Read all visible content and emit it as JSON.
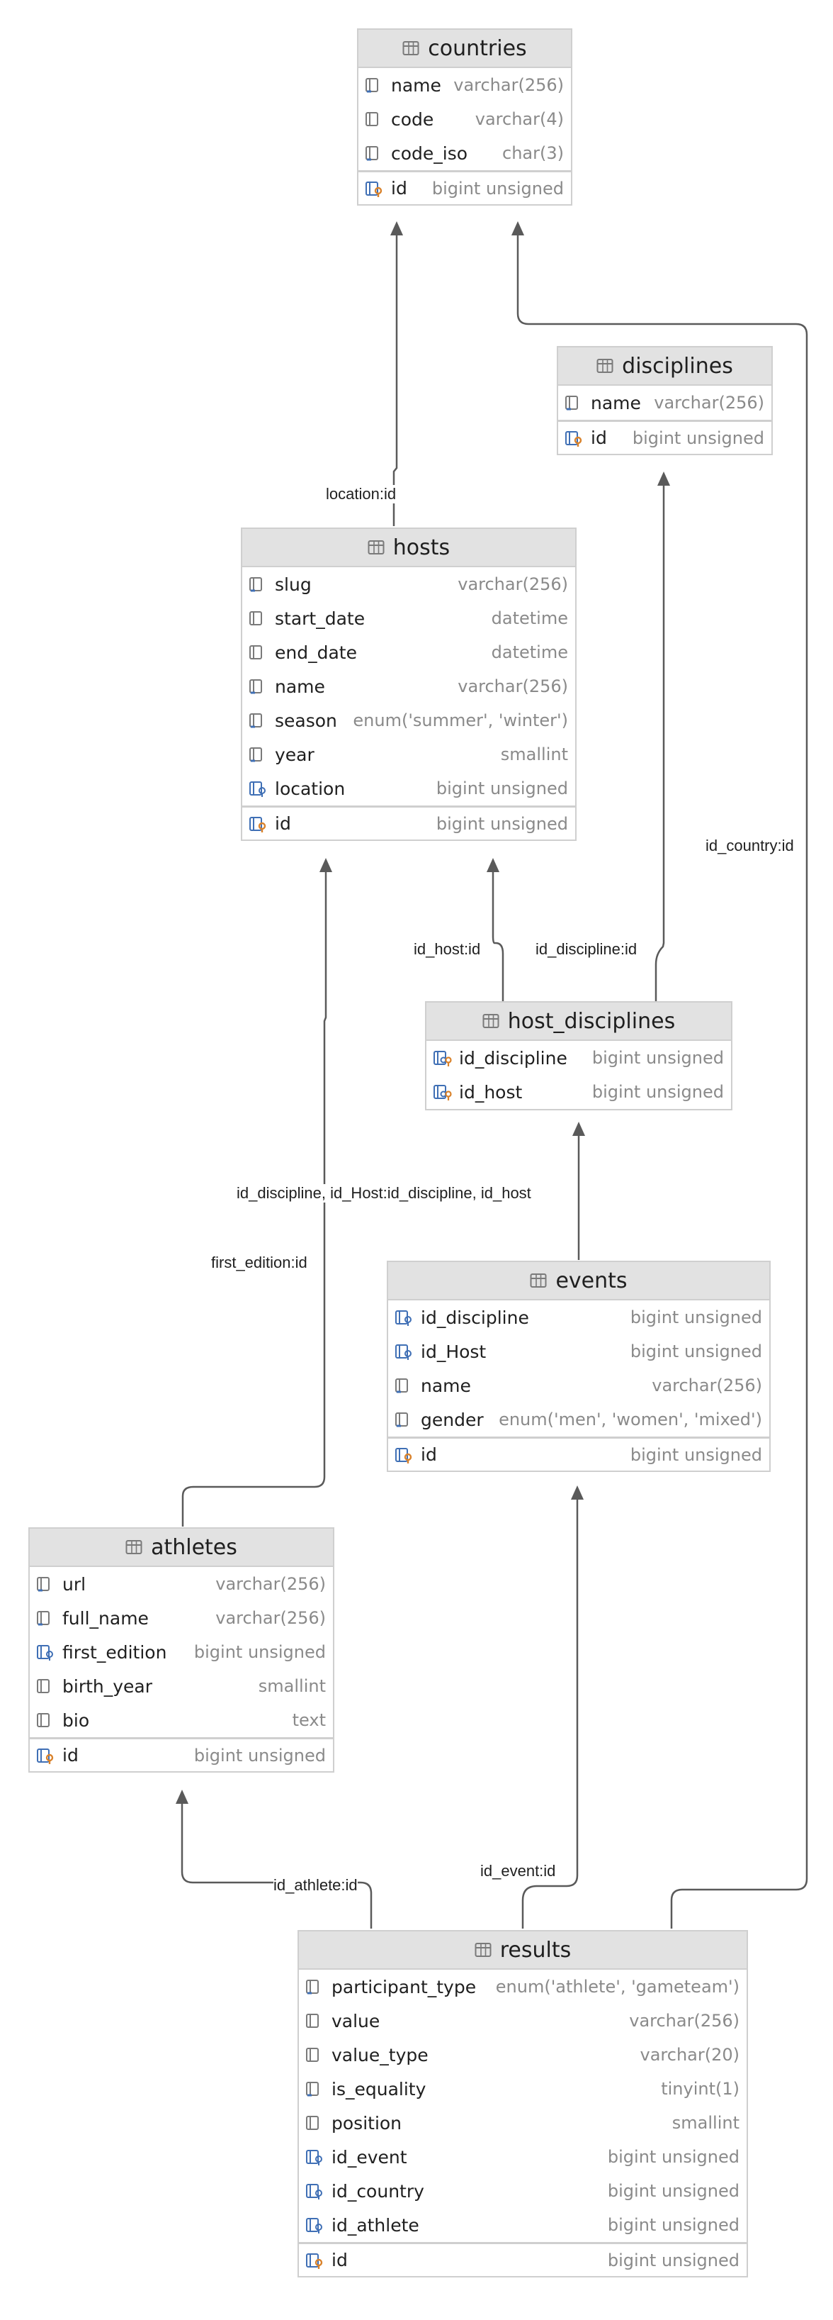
{
  "tables": [
    {
      "id": "countries",
      "title": "countries",
      "columns": [
        {
          "name": "name",
          "type": "varchar(256)",
          "icon": "column-index-icon"
        },
        {
          "name": "code",
          "type": "varchar(4)",
          "icon": "column-icon"
        },
        {
          "name": "code_iso",
          "type": "char(3)",
          "icon": "column-index-icon"
        },
        {
          "name": "id",
          "type": "bigint unsigned",
          "icon": "primary-key-icon",
          "pk": true
        }
      ]
    },
    {
      "id": "disciplines",
      "title": "disciplines",
      "columns": [
        {
          "name": "name",
          "type": "varchar(256)",
          "icon": "column-index-icon"
        },
        {
          "name": "id",
          "type": "bigint unsigned",
          "icon": "primary-key-icon",
          "pk": true
        }
      ]
    },
    {
      "id": "hosts",
      "title": "hosts",
      "columns": [
        {
          "name": "slug",
          "type": "varchar(256)",
          "icon": "column-index-icon"
        },
        {
          "name": "start_date",
          "type": "datetime",
          "icon": "column-icon"
        },
        {
          "name": "end_date",
          "type": "datetime",
          "icon": "column-icon"
        },
        {
          "name": "name",
          "type": "varchar(256)",
          "icon": "column-index-icon"
        },
        {
          "name": "season",
          "type": "enum('summer', 'winter')",
          "icon": "column-index-icon"
        },
        {
          "name": "year",
          "type": "smallint",
          "icon": "column-index-icon"
        },
        {
          "name": "location",
          "type": "bigint unsigned",
          "icon": "foreign-key-icon"
        },
        {
          "name": "id",
          "type": "bigint unsigned",
          "icon": "primary-key-icon",
          "pk": true
        }
      ]
    },
    {
      "id": "host_disciplines",
      "title": "host_disciplines",
      "columns": [
        {
          "name": "id_discipline",
          "type": "bigint unsigned",
          "icon": "composite-key-icon"
        },
        {
          "name": "id_host",
          "type": "bigint unsigned",
          "icon": "composite-key-icon"
        }
      ]
    },
    {
      "id": "events",
      "title": "events",
      "columns": [
        {
          "name": "id_discipline",
          "type": "bigint unsigned",
          "icon": "foreign-key-icon"
        },
        {
          "name": "id_Host",
          "type": "bigint unsigned",
          "icon": "foreign-key-icon"
        },
        {
          "name": "name",
          "type": "varchar(256)",
          "icon": "column-index-icon"
        },
        {
          "name": "gender",
          "type": "enum('men', 'women', 'mixed')",
          "icon": "column-index-icon"
        },
        {
          "name": "id",
          "type": "bigint unsigned",
          "icon": "primary-key-icon",
          "pk": true
        }
      ]
    },
    {
      "id": "athletes",
      "title": "athletes",
      "columns": [
        {
          "name": "url",
          "type": "varchar(256)",
          "icon": "column-index-icon"
        },
        {
          "name": "full_name",
          "type": "varchar(256)",
          "icon": "column-index-icon"
        },
        {
          "name": "first_edition",
          "type": "bigint unsigned",
          "icon": "foreign-key-icon"
        },
        {
          "name": "birth_year",
          "type": "smallint",
          "icon": "column-icon"
        },
        {
          "name": "bio",
          "type": "text",
          "icon": "column-icon"
        },
        {
          "name": "id",
          "type": "bigint unsigned",
          "icon": "primary-key-icon",
          "pk": true
        }
      ]
    },
    {
      "id": "results",
      "title": "results",
      "columns": [
        {
          "name": "participant_type",
          "type": "enum('athlete', 'gameteam')",
          "icon": "column-index-icon"
        },
        {
          "name": "value",
          "type": "varchar(256)",
          "icon": "column-icon"
        },
        {
          "name": "value_type",
          "type": "varchar(20)",
          "icon": "column-icon"
        },
        {
          "name": "is_equality",
          "type": "tinyint(1)",
          "icon": "column-index-icon"
        },
        {
          "name": "position",
          "type": "smallint",
          "icon": "column-icon"
        },
        {
          "name": "id_event",
          "type": "bigint unsigned",
          "icon": "foreign-key-icon"
        },
        {
          "name": "id_country",
          "type": "bigint unsigned",
          "icon": "foreign-key-icon"
        },
        {
          "name": "id_athlete",
          "type": "bigint unsigned",
          "icon": "foreign-key-icon"
        },
        {
          "name": "id",
          "type": "bigint unsigned",
          "icon": "primary-key-icon",
          "pk": true
        }
      ]
    }
  ],
  "relations": [
    {
      "id": "hosts-countries",
      "from": "hosts",
      "to": "countries",
      "label": "location:id"
    },
    {
      "id": "results-countries",
      "from": "results",
      "to": "countries",
      "label": "id_country:id"
    },
    {
      "id": "hostdisc-disciplines",
      "from": "host_disciplines",
      "to": "disciplines",
      "label": "id_discipline:id"
    },
    {
      "id": "hostdisc-hosts",
      "from": "host_disciplines",
      "to": "hosts",
      "label": "id_host:id"
    },
    {
      "id": "athletes-hosts",
      "from": "athletes",
      "to": "hosts",
      "label": "first_edition:id"
    },
    {
      "id": "events-hostdisc",
      "from": "events",
      "to": "host_disciplines",
      "label": "id_discipline, id_Host:id_discipline, id_host"
    },
    {
      "id": "results-events",
      "from": "results",
      "to": "events",
      "label": "id_event:id"
    },
    {
      "id": "results-athletes",
      "from": "results",
      "to": "athletes",
      "label": "id_athlete:id"
    }
  ],
  "colors": {
    "header_bg": "#e2e2e2",
    "border": "#cfcfcf",
    "edge": "#5a5a5a",
    "type_text": "#8a8a8a",
    "icon_blue": "#3f6fb5",
    "key_orange": "#d9822b"
  }
}
